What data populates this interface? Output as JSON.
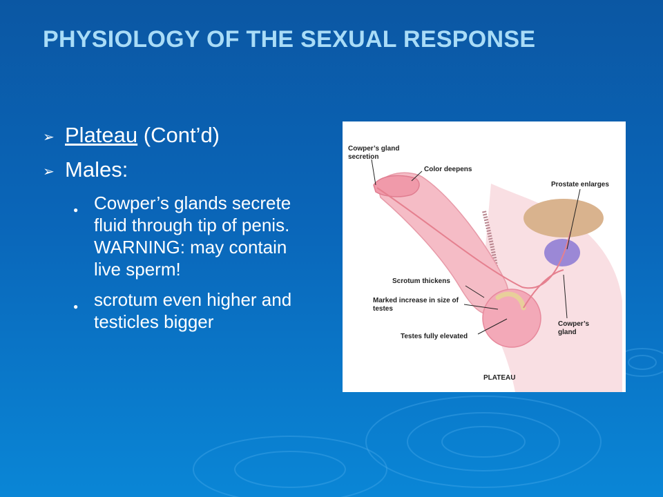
{
  "slide": {
    "title": "PHYSIOLOGY OF THE SEXUAL RESPONSE",
    "bullets": {
      "plateau": "Plateau",
      "contd": " (Cont’d)",
      "males": "Males:",
      "sub1": "Cowper’s glands secrete fluid through tip of penis. WARNING: may contain live sperm!",
      "sub2": "scrotum even higher and testicles bigger"
    },
    "figure": {
      "labels": {
        "cowpers_secretion": "Cowper’s gland secretion",
        "color_deepens": "Color deepens",
        "prostate": "Prostate enlarges",
        "scrotum": "Scrotum thickens",
        "marked": "Marked increase in size of testes",
        "cowpers_gland": "Cowper’s gland",
        "testes": "Testes fully elevated",
        "plateau": "PLATEAU"
      }
    }
  },
  "colors": {
    "title": "#a9dcf7",
    "background": "#0a66b9"
  }
}
